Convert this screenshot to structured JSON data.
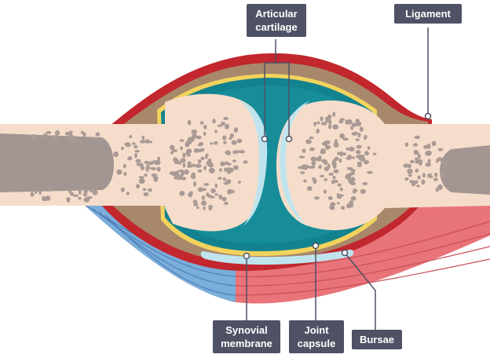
{
  "colors": {
    "bone": "#f6ddcb",
    "bone_pore": "#a99a95",
    "marrow": "#a39591",
    "cartilage": "#bfe4ee",
    "synovial_fluid": "#13828f",
    "capsule": "#a8886b",
    "membrane": "#f3d35d",
    "ligament": "#c1272d",
    "muscle": "#e8747a",
    "tendon": "#7aaedb",
    "label_bg": "#4f5164"
  },
  "labels": {
    "articular": {
      "line1": "Articular",
      "line2": "cartilage"
    },
    "ligament": {
      "line1": "Ligament"
    },
    "synovial": {
      "line1": "Synovial",
      "line2": "membrane"
    },
    "joint_capsule": {
      "line1": "Joint",
      "line2": "capsule"
    },
    "bursae": {
      "line1": "Bursae"
    }
  }
}
